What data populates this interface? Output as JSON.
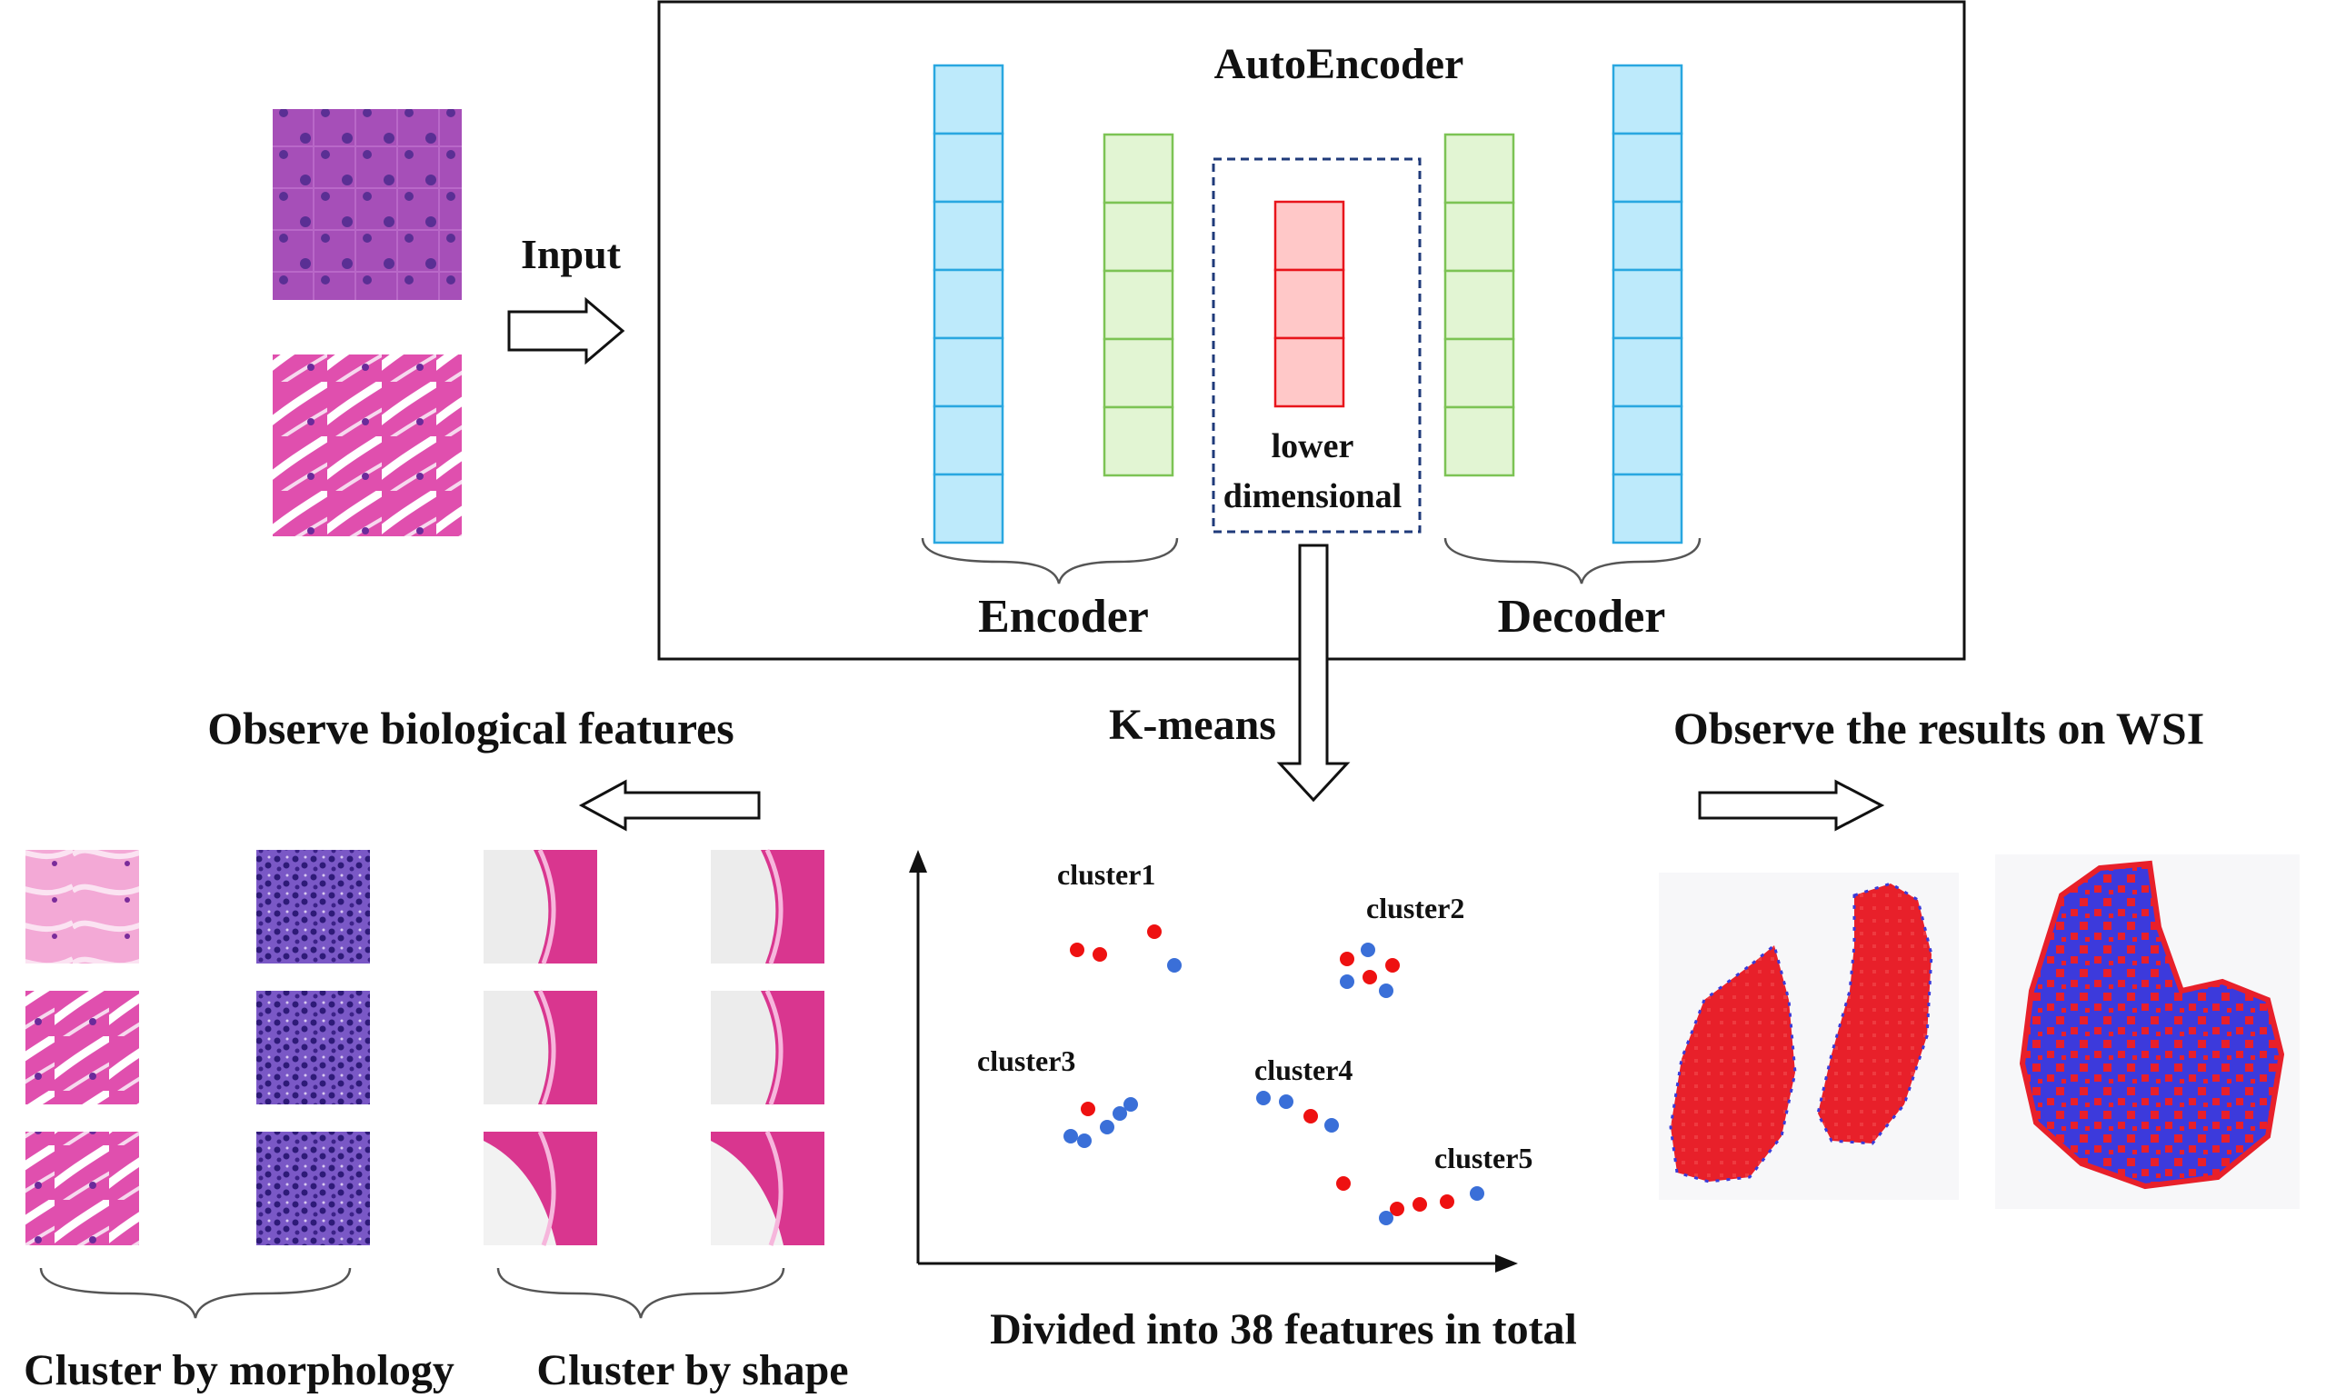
{
  "labels": {
    "input": "Input",
    "autoencoder": "AutoEncoder",
    "encoder": "Encoder",
    "decoder": "Decoder",
    "lower_1": "lower",
    "lower_2": "dimensional",
    "kmeans": "K-means",
    "observe_bio": "Observe biological features",
    "observe_wsi": "Observe the results on WSI",
    "cluster_morphology": "Cluster by morphology",
    "cluster_shape": "Cluster by shape",
    "divided": "Divided into 38 features in total"
  },
  "clusters": [
    {
      "name": "cluster1",
      "points": [
        {
          "c": "red"
        },
        {
          "c": "red"
        },
        {
          "c": "red"
        },
        {
          "c": "blue"
        }
      ]
    },
    {
      "name": "cluster2",
      "points": [
        {
          "c": "red"
        },
        {
          "c": "blue"
        },
        {
          "c": "red"
        },
        {
          "c": "blue"
        },
        {
          "c": "red"
        },
        {
          "c": "blue"
        }
      ]
    },
    {
      "name": "cluster3",
      "points": [
        {
          "c": "red"
        },
        {
          "c": "blue"
        },
        {
          "c": "blue"
        },
        {
          "c": "blue"
        },
        {
          "c": "blue"
        },
        {
          "c": "blue"
        }
      ]
    },
    {
      "name": "cluster4",
      "points": [
        {
          "c": "blue"
        },
        {
          "c": "blue"
        },
        {
          "c": "red"
        },
        {
          "c": "blue"
        }
      ]
    },
    {
      "name": "cluster5",
      "points": [
        {
          "c": "red"
        },
        {
          "c": "red"
        },
        {
          "c": "red"
        },
        {
          "c": "red"
        },
        {
          "c": "blue"
        },
        {
          "c": "blue"
        }
      ]
    }
  ],
  "colors": {
    "blue_layer": "#bdeafb",
    "blue_stroke": "#29a7e0",
    "green_layer": "#e2f5d3",
    "green_stroke": "#7cc354",
    "red_layer": "#ffc8c8",
    "red_stroke": "#e8141b",
    "dashed_box": "#1f3a7a",
    "point_red": "#ee1111",
    "point_blue": "#3a6fd8",
    "tissue_pink": "#e65fb8",
    "tissue_purple": "#6a3aa8",
    "wsi_red": "#e8202a",
    "wsi_blue": "#3a3ad8"
  }
}
